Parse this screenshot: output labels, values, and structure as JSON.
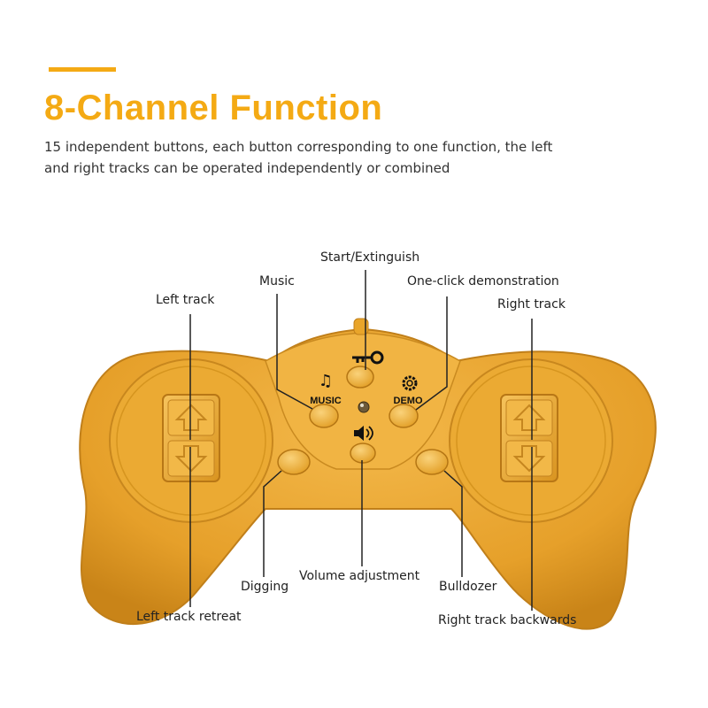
{
  "header": {
    "title": "8-Channel Function",
    "subtitle_line1": "15 independent buttons, each button corresponding to one function, the left",
    "subtitle_line2": "and right tracks can be operated independently or combined"
  },
  "controller": {
    "music_text": "MUSIC",
    "demo_text": "DEMO",
    "body_color": "#E9A52A",
    "button_color": "#F0B53A"
  },
  "labels": {
    "start": "Start/Extinguish",
    "music": "Music",
    "demo": "One-click demonstration",
    "left_track": "Left track",
    "right_track": "Right track",
    "volume": "Volume adjustment",
    "digging": "Digging",
    "bulldozer": "Bulldozer",
    "left_retreat": "Left track retreat",
    "right_backwards": "Right track backwards"
  },
  "icons": {
    "start": "key-icon",
    "music": "music-note-icon",
    "demo": "gear-icon",
    "volume": "speaker-icon",
    "track_up": "up-arrow-icon",
    "track_down": "down-arrow-icon"
  }
}
